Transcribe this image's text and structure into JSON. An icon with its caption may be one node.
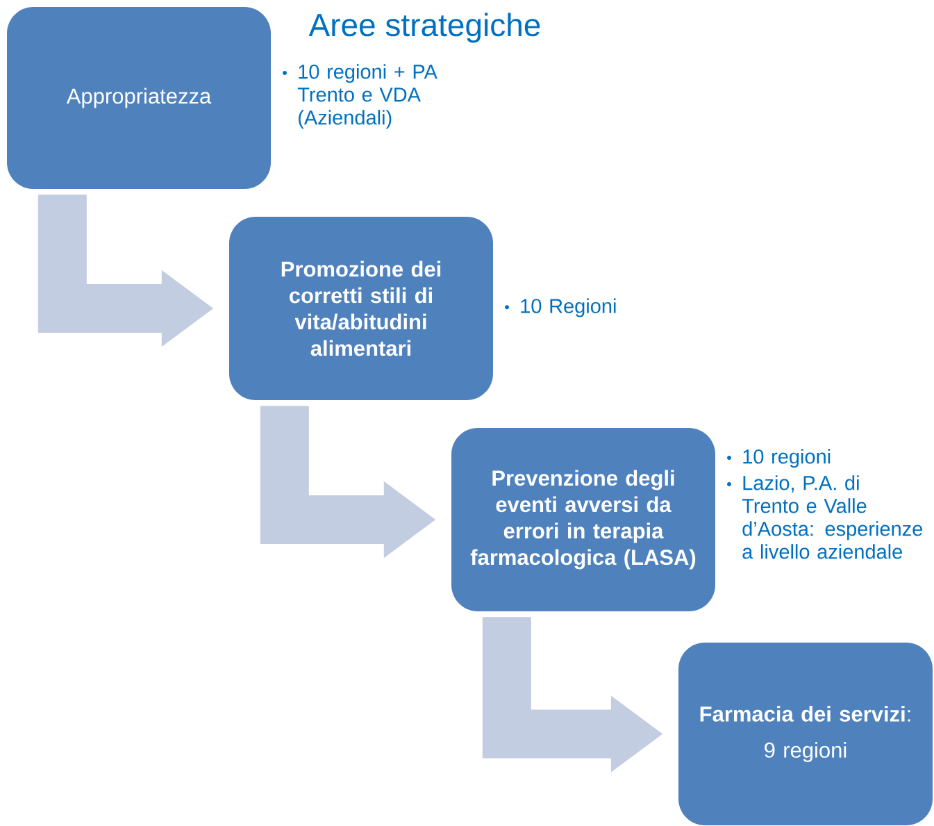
{
  "diagram": {
    "title": "Aree strategiche",
    "nodes": [
      {
        "text": [
          "Appropriatezza"
        ],
        "beside": [
          "10 regioni + PA Trento e VDA (Aziendali)"
        ]
      },
      {
        "text": [
          "Promozione dei corretti stili di vita/abitudini alimentari"
        ],
        "beside": [
          "10 Regioni"
        ]
      },
      {
        "text": [
          "Prevenzione degli eventi avversi da errori in terapia farmacologica (LASA)"
        ],
        "beside": [
          "10 regioni",
          "Lazio, P.A. di Trento e Valle d’Aosta: esperienze a livello aziendale"
        ]
      },
      {
        "text": [
          "**Farmacia dei servizi**:",
          "9 regioni"
        ]
      }
    ],
    "edges": [
      {
        "from": 0,
        "to": 1,
        "arrow": "to"
      },
      {
        "from": 1,
        "to": 2,
        "arrow": "to"
      },
      {
        "from": 2,
        "to": 3,
        "arrow": "to"
      }
    ]
  }
}
